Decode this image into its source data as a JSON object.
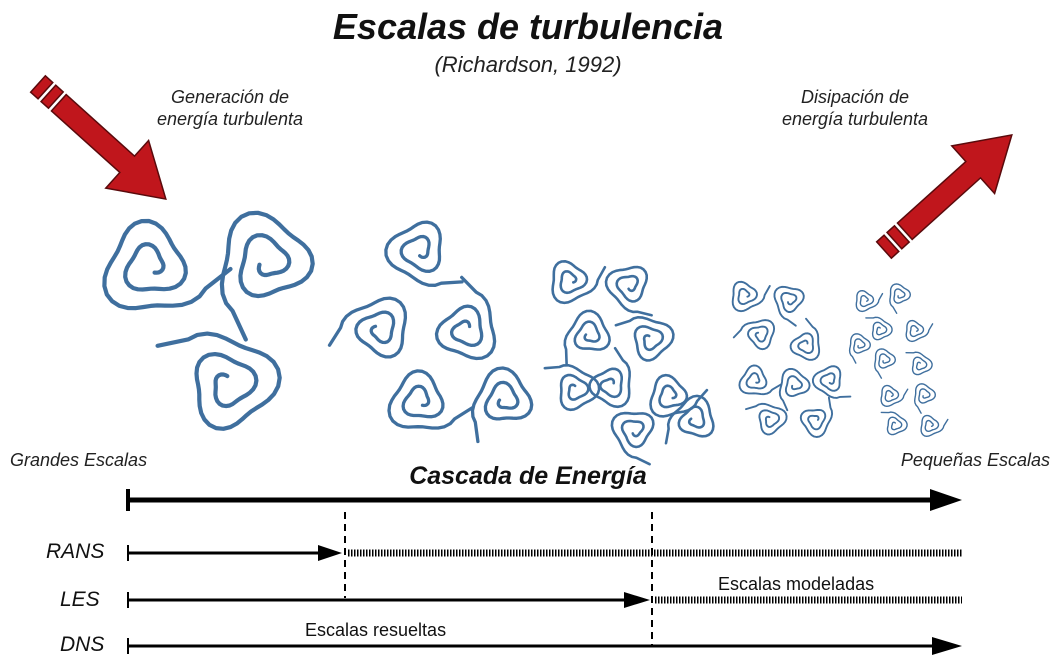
{
  "title": "Escalas de turbulencia",
  "subtitle": "(Richardson, 1992)",
  "generation_label": [
    "Generación de",
    "energía turbulenta"
  ],
  "dissipation_label": [
    "Disipación de",
    "energía turbulenta"
  ],
  "large_scales_label": "Grandes Escalas",
  "small_scales_label": "Pequeñas Escalas",
  "cascade_label": "Cascada de Energía",
  "methods": [
    {
      "name": "RANS"
    },
    {
      "name": "LES"
    },
    {
      "name": "DNS"
    }
  ],
  "resolved_label": "Escalas resueltas",
  "modeled_label": "Escalas modeladas",
  "colors": {
    "arrow_red": "#c0161c",
    "eddy_blue": "#3f6f9e",
    "line": "#000000"
  },
  "icons": {
    "energy_in": "red-arrow-down-right-icon",
    "energy_out": "red-arrow-up-right-icon",
    "eddy": "spiral-eddy-icon"
  }
}
